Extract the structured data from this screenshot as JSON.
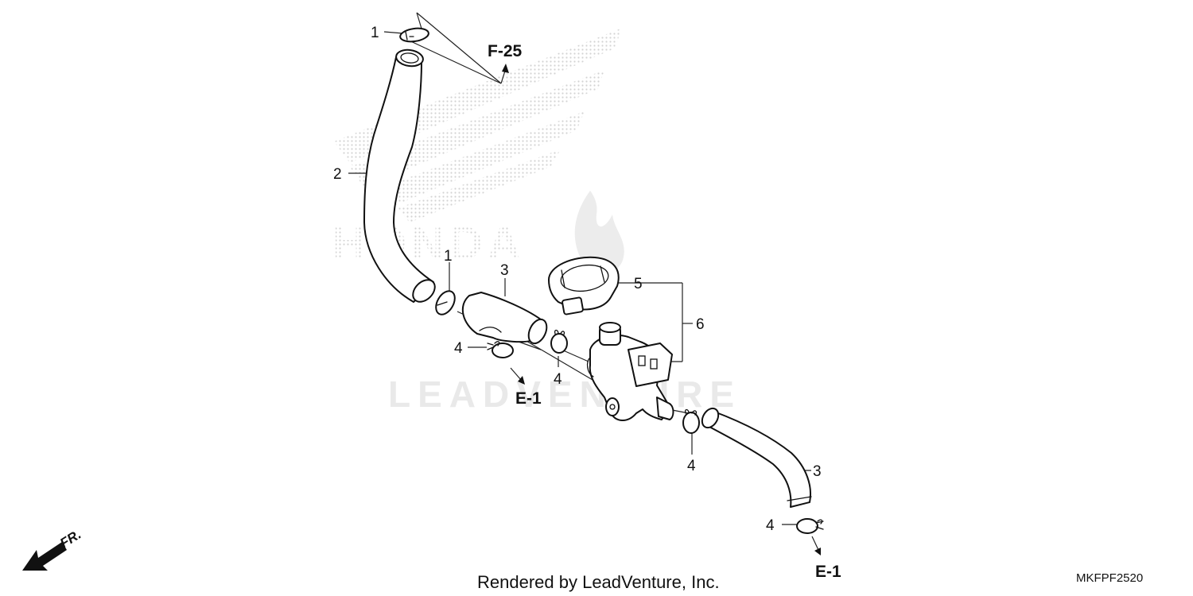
{
  "diagram": {
    "callouts": {
      "c1_top": "1",
      "c2": "2",
      "c1_mid": "1",
      "c3_upper": "3",
      "c5": "5",
      "c6": "6",
      "c4_left": "4",
      "c4_center": "4",
      "c4_lower": "4",
      "c3_lower": "3",
      "c4_bottom": "4"
    },
    "references": {
      "f25": "F-25",
      "e1_left": "E-1",
      "e1_bottom": "E-1"
    },
    "front_indicator": "FR.",
    "footer_text": "Rendered by LeadVenture, Inc.",
    "diagram_code": "MKFPF2520",
    "watermark": {
      "brand_logo": "HONDA",
      "overlay_text": "LEADVENTURE"
    }
  }
}
